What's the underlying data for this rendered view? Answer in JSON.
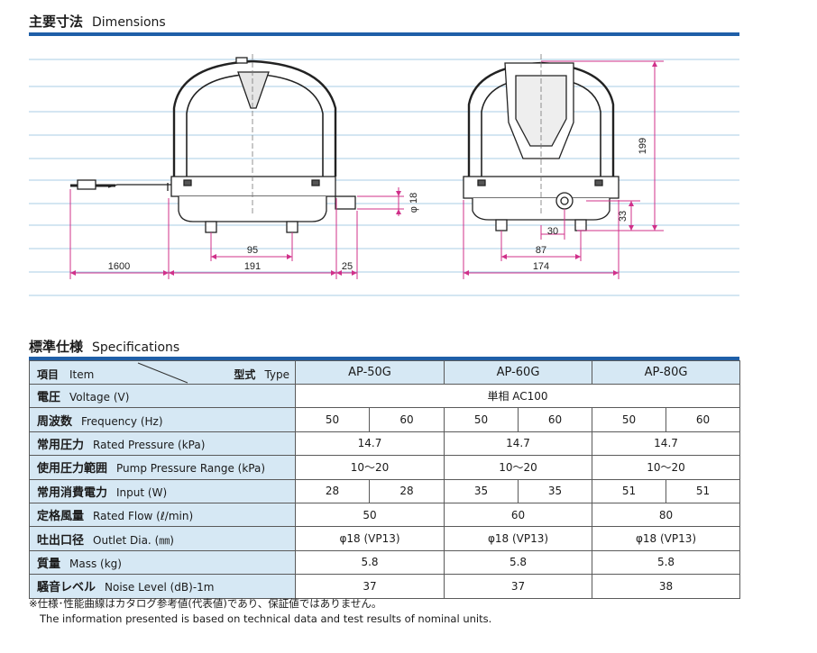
{
  "dimensions": {
    "title_jp": "主要寸法",
    "title_en": "Dimensions",
    "labels": {
      "cable_length": "1600",
      "leg_spacing_front": "95",
      "body_width_front": "191",
      "outlet_protrusion": "25",
      "outlet_diameter": "φ 18",
      "leg_spacing_side": "87",
      "outlet_offset": "30",
      "body_width_side": "174",
      "overall_height": "199",
      "outlet_height": "33"
    }
  },
  "specs": {
    "title_jp": "標準仕様",
    "title_en": "Specifications",
    "header": {
      "item_jp": "項目",
      "item_en": "Item",
      "type_jp": "型式",
      "type_en": "Type",
      "models": [
        "AP-50G",
        "AP-60G",
        "AP-80G"
      ]
    },
    "rows": [
      {
        "jp": "電圧",
        "en": "Voltage (V)",
        "values": [
          "単相 AC100"
        ]
      },
      {
        "jp": "周波数",
        "en": "Frequency (Hz)",
        "values": [
          "50",
          "60",
          "50",
          "60",
          "50",
          "60"
        ]
      },
      {
        "jp": "常用圧力",
        "en": "Rated Pressure (kPa)",
        "values": [
          "14.7",
          "14.7",
          "14.7"
        ]
      },
      {
        "jp": "使用圧力範囲",
        "en": "Pump Pressure Range (kPa)",
        "values": [
          "10〜20",
          "10〜20",
          "10〜20"
        ]
      },
      {
        "jp": "常用消費電力",
        "en": "Input (W)",
        "values": [
          "28",
          "28",
          "35",
          "35",
          "51",
          "51"
        ]
      },
      {
        "jp": "定格風量",
        "en": "Rated Flow (ℓ/min)",
        "values": [
          "50",
          "60",
          "80"
        ]
      },
      {
        "jp": "吐出口径",
        "en": "Outlet Dia. (㎜)",
        "values": [
          "φ18 (VP13)",
          "φ18 (VP13)",
          "φ18 (VP13)"
        ]
      },
      {
        "jp": "質量",
        "en": "Mass (kg)",
        "values": [
          "5.8",
          "5.8",
          "5.8"
        ]
      },
      {
        "jp": "騒音レベル",
        "en": "Noise Level (dB)-1m",
        "values": [
          "37",
          "37",
          "38"
        ]
      }
    ]
  },
  "notes": {
    "jp": "※仕様･性能曲線はカタログ参考値(代表値)であり、保証値ではありません。",
    "en": "The information presented is based on technical data and test results of nominal units."
  },
  "colors": {
    "accent_rule": "#1f5fa8",
    "header_fill": "#d6e8f4",
    "dimension_line": "#d0308a",
    "grid_line": "#a9cde6"
  }
}
